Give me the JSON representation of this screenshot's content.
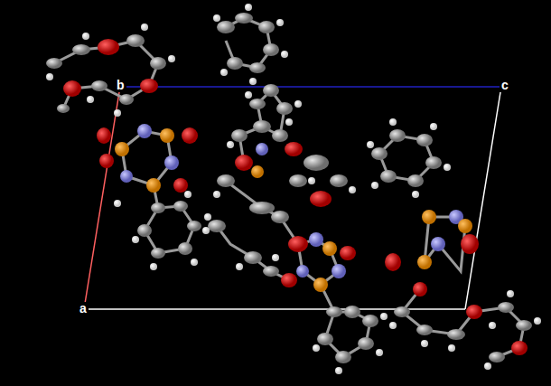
{
  "diagram": {
    "labels": [
      "b",
      "c",
      "a"
    ]
  }
}
